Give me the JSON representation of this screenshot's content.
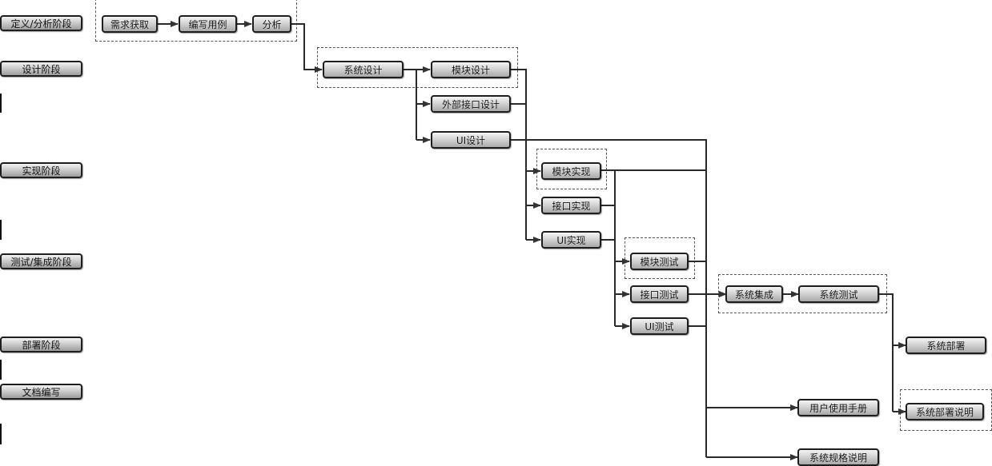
{
  "title": "软件开发阶段流程图",
  "phases": [
    {
      "id": "phase-analysis",
      "label": "定义/分析阶段"
    },
    {
      "id": "phase-design",
      "label": "设计阶段"
    },
    {
      "id": "phase-impl",
      "label": "实现阶段"
    },
    {
      "id": "phase-test",
      "label": "测试/集成阶段"
    },
    {
      "id": "phase-deploy",
      "label": "部署阶段"
    },
    {
      "id": "phase-docs",
      "label": "文档编写"
    }
  ],
  "nodes": {
    "req": "需求获取",
    "usecase": "编写用例",
    "analysis": "分析",
    "sysdesign": "系统设计",
    "moddesign": "模块设计",
    "ifdesign": "外部接口设计",
    "uidesign": "UI设计",
    "modimpl": "模块实现",
    "ifimpl": "接口实现",
    "uiimpl": "UI实现",
    "modtest": "模块测试",
    "iftest": "接口测试",
    "uitest": "UI测试",
    "integration": "系统集成",
    "systest": "系统测试",
    "deploy": "系统部署",
    "deploydoc": "系统部署说明",
    "usermanual": "用户使用手册",
    "specdoc": "系统规格说明"
  },
  "edges": [
    [
      "req",
      "usecase"
    ],
    [
      "usecase",
      "analysis"
    ],
    [
      "analysis",
      "sysdesign"
    ],
    [
      "sysdesign",
      "moddesign"
    ],
    [
      "sysdesign",
      "ifdesign"
    ],
    [
      "sysdesign",
      "uidesign"
    ],
    [
      "moddesign",
      "modimpl"
    ],
    [
      "ifdesign",
      "ifimpl"
    ],
    [
      "uidesign",
      "uiimpl"
    ],
    [
      "modimpl",
      "modtest"
    ],
    [
      "ifimpl",
      "iftest"
    ],
    [
      "uiimpl",
      "uitest"
    ],
    [
      "iftest",
      "integration"
    ],
    [
      "integration",
      "systest"
    ],
    [
      "systest",
      "deploy"
    ],
    [
      "systest",
      "deploydoc"
    ],
    [
      "uidesign",
      "usermanual"
    ],
    [
      "modimpl",
      "specdoc"
    ]
  ],
  "colors": {
    "line": "#2a2a2a",
    "dashed": "#555555",
    "node_top": "#f4f4f4",
    "node_bottom": "#a9a9a9"
  }
}
